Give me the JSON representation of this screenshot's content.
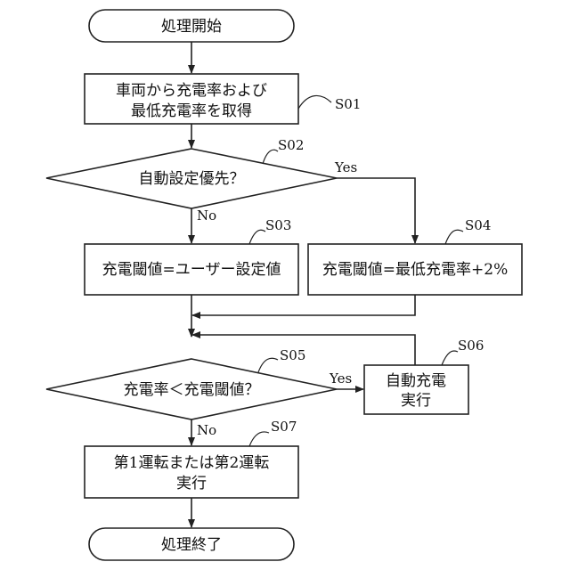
{
  "nodes": {
    "start": {
      "text": "処理開始"
    },
    "s01": {
      "line1": "車両から充電率および",
      "line2": "最低充電率を取得",
      "ref": "S01"
    },
    "s02": {
      "text": "自動設定優先？",
      "ref": "S02",
      "yes": "Yes",
      "no": "No"
    },
    "s03": {
      "text": "充電閾値=ユーザー設定値",
      "ref": "S03"
    },
    "s04": {
      "text": "充電閾値=最低充電率+2%",
      "ref": "S04"
    },
    "s05": {
      "text": "充電率＜充電閾値？",
      "ref": "S05",
      "yes": "Yes",
      "no": "No"
    },
    "s06": {
      "line1": "自動充電",
      "line2": "実行",
      "ref": "S06"
    },
    "s07": {
      "line1": "第1運転または第2運転",
      "line2": "実行",
      "ref": "S07"
    },
    "end": {
      "text": "処理終了"
    }
  },
  "colors": {
    "stroke": "#222222",
    "fill": "#ffffff",
    "text": "#111111"
  }
}
